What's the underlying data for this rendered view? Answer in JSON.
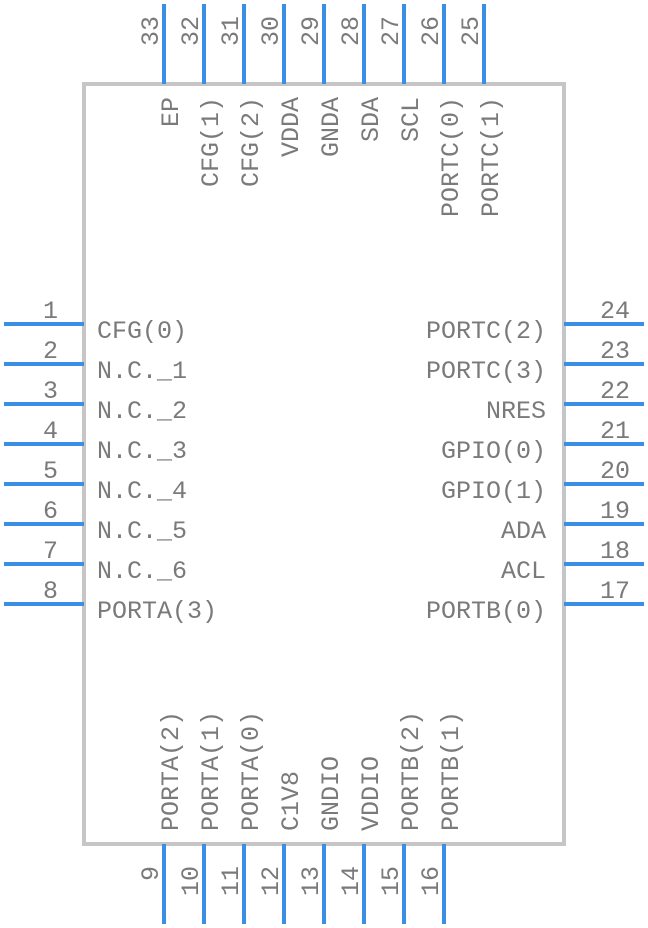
{
  "colors": {
    "pin": "#3b8ee8",
    "body": "#c6c6c6",
    "text": "#7a7a7a"
  },
  "left_pins": [
    {
      "number": "1",
      "label": "CFG(0)"
    },
    {
      "number": "2",
      "label": "N.C._1"
    },
    {
      "number": "3",
      "label": "N.C._2"
    },
    {
      "number": "4",
      "label": "N.C._3"
    },
    {
      "number": "5",
      "label": "N.C._4"
    },
    {
      "number": "6",
      "label": "N.C._5"
    },
    {
      "number": "7",
      "label": "N.C._6"
    },
    {
      "number": "8",
      "label": "PORTA(3)"
    }
  ],
  "bottom_pins": [
    {
      "number": "9",
      "label": "PORTA(2)"
    },
    {
      "number": "10",
      "label": "PORTA(1)"
    },
    {
      "number": "11",
      "label": "PORTA(0)"
    },
    {
      "number": "12",
      "label": "C1V8"
    },
    {
      "number": "13",
      "label": "GNDIO"
    },
    {
      "number": "14",
      "label": "VDDIO"
    },
    {
      "number": "15",
      "label": "PORTB(2)"
    },
    {
      "number": "16",
      "label": "PORTB(1)"
    }
  ],
  "right_pins": [
    {
      "number": "17",
      "label": "PORTB(0)"
    },
    {
      "number": "18",
      "label": "ACL"
    },
    {
      "number": "19",
      "label": "ADA"
    },
    {
      "number": "20",
      "label": "GPIO(1)"
    },
    {
      "number": "21",
      "label": "GPIO(0)"
    },
    {
      "number": "22",
      "label": "NRES"
    },
    {
      "number": "23",
      "label": "PORTC(3)"
    },
    {
      "number": "24",
      "label": "PORTC(2)"
    }
  ],
  "top_pins": [
    {
      "number": "25",
      "label": "PORTC(1)"
    },
    {
      "number": "26",
      "label": "PORTC(0)"
    },
    {
      "number": "27",
      "label": "SCL"
    },
    {
      "number": "28",
      "label": "SDA"
    },
    {
      "number": "29",
      "label": "GNDA"
    },
    {
      "number": "30",
      "label": "VDDA"
    },
    {
      "number": "31",
      "label": "CFG(2)"
    },
    {
      "number": "32",
      "label": "CFG(1)"
    },
    {
      "number": "33",
      "label": "EP"
    }
  ]
}
